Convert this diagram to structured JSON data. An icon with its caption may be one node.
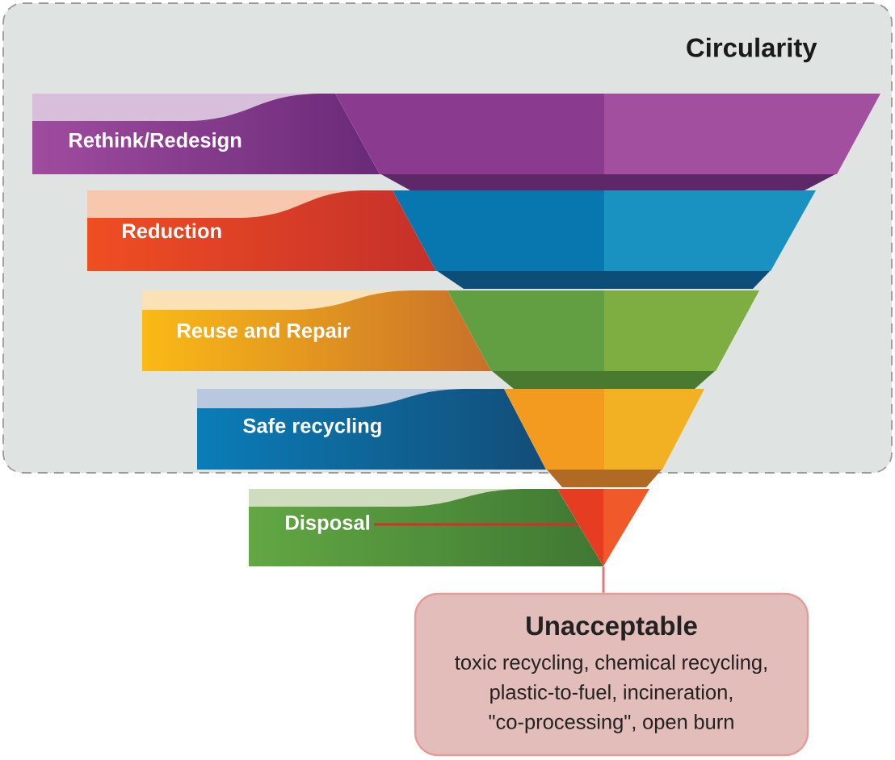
{
  "diagram": {
    "nodes": [
      {
        "text": [
          "Circularity"
        ]
      },
      {
        "text": [
          "Rethink/Redesign"
        ],
        "in": 0
      },
      {
        "text": [
          "Reduction"
        ],
        "in": 0
      },
      {
        "text": [
          "Reuse and Repair"
        ],
        "in": 0
      },
      {
        "text": [
          "Safe recycling"
        ],
        "in": 0
      },
      {
        "text": [
          "Disposal"
        ]
      },
      {
        "text": [],
        "shape": "trapezoid",
        "in": 0
      },
      {
        "text": [],
        "shape": "trapezoid",
        "in": 0
      },
      {
        "text": [],
        "shape": "trapezoid",
        "in": 0
      },
      {
        "text": [],
        "shape": "trapezoid"
      },
      {
        "text": [],
        "shape": "triangle"
      },
      {
        "text": [
          "Unacceptable",
          "toxic recycling, chemical recycling, plastic-to-fuel, incineration, \"co-processing\", open burn"
        ]
      }
    ],
    "edges": [
      {
        "from": 5,
        "to": 10,
        "arrow": "none",
        "color": "#d62f2a"
      },
      {
        "from": 10,
        "to": 11,
        "arrow": "none",
        "color": "#e27878"
      }
    ]
  }
}
